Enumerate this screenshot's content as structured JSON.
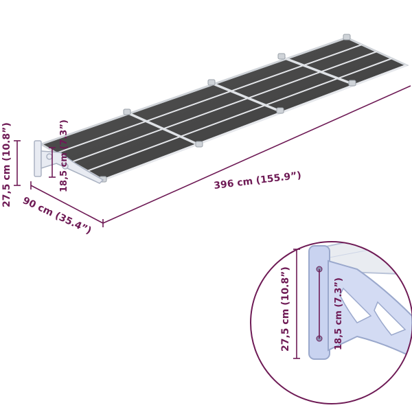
{
  "dimensions": {
    "length": "396 cm (155.9”)",
    "depth": "90 cm (35.4”)",
    "height_total": "27,5 cm (10.8”)",
    "height_bracket": "18,5 cm (7.3”)"
  },
  "detail": {
    "height_total": "27,5 cm (10.8”)",
    "height_bracket": "18,5 cm (7.3”)"
  },
  "colors": {
    "dimension": "#6e1a55",
    "panel": "#4a4a4a",
    "frame": "#d8dbe0",
    "bracket": "#c9d3f0"
  }
}
